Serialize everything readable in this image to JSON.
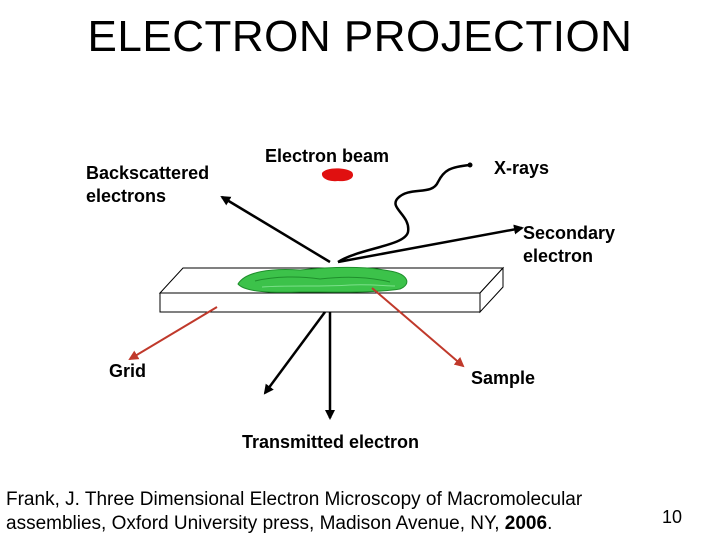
{
  "title": "ELECTRON PROJECTION",
  "labels": {
    "electron_beam": "Electron beam",
    "xrays": "X-rays",
    "backscattered_line1": "Backscattered",
    "backscattered_line2": "electrons",
    "secondary_line1": "Secondary",
    "secondary_line2": "electron",
    "grid": "Grid",
    "sample": "Sample",
    "transmitted": "Transmitted electron"
  },
  "citation": {
    "text": "Frank, J. Three Dimensional Electron Microscopy of Macromolecular assemblies, Oxford University press, Madison Avenue, NY, ",
    "year": "2006",
    "end": "."
  },
  "page_number": "10",
  "colors": {
    "arrow_black": "#000000",
    "arrow_red": "#c0392b",
    "sample_green": "#2db83a",
    "beam_red": "#e01010"
  }
}
